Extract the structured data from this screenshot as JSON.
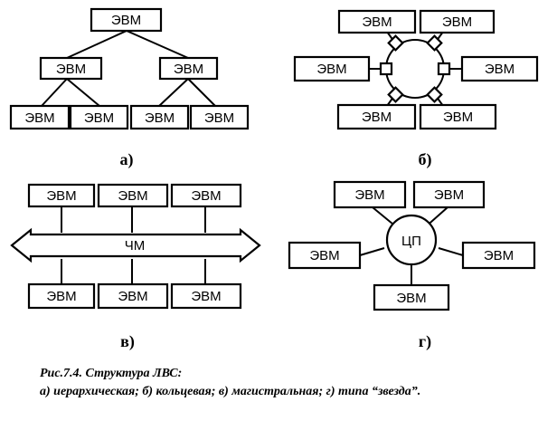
{
  "node_label": "ЭВМ",
  "hub_label": "ЦП",
  "bus_label": "ЧМ",
  "panel_labels": [
    "а)",
    "б)",
    "в)",
    "г)"
  ],
  "caption": {
    "line1": "Рис.7.4. Структура ЛВС:",
    "line2": "а) иерархическая; б) кольцевая; в) магистральная; г) типа “звезда”."
  }
}
